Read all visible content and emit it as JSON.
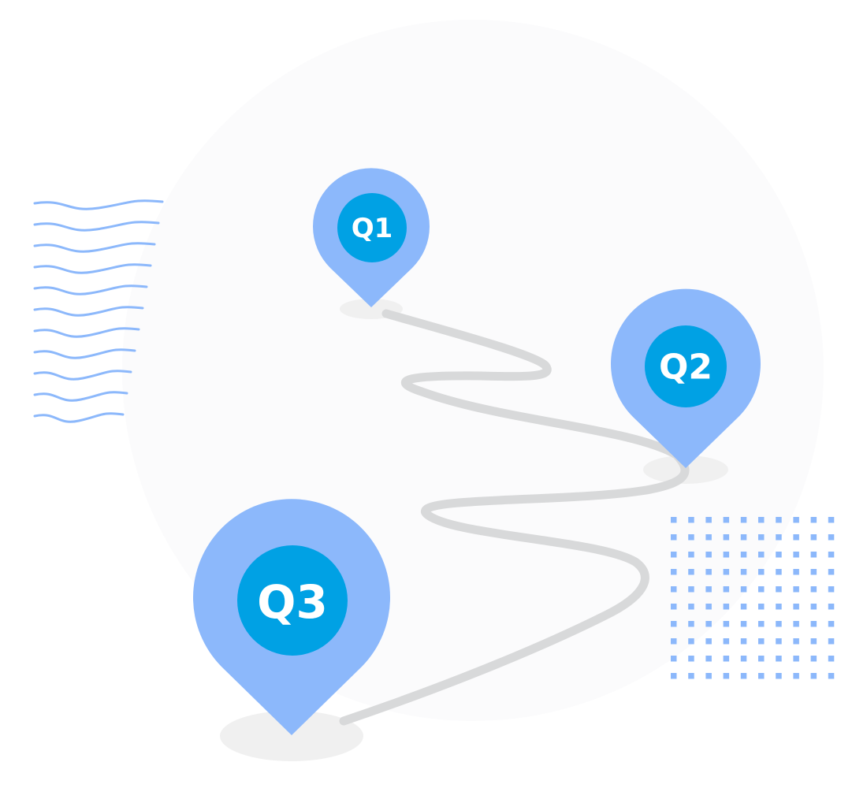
{
  "colors": {
    "background": "#ffffff",
    "backdrop_circle": "#fbfbfc",
    "pin_fill": "#8cb8fb",
    "pin_badge": "#00a1e4",
    "label_text": "#ffffff",
    "road": "#d8d9da",
    "pin_shadow": "#f0f0f0",
    "waves": "#8cb8fb",
    "dots": "#8cb8fb"
  },
  "milestones": [
    {
      "id": "q1",
      "label": "Q1"
    },
    {
      "id": "q2",
      "label": "Q2"
    },
    {
      "id": "q3",
      "label": "Q3"
    }
  ],
  "icons": {
    "marker": "map-pin-icon",
    "waves": "wave-lines-decoration",
    "dots": "dot-grid-decoration"
  }
}
